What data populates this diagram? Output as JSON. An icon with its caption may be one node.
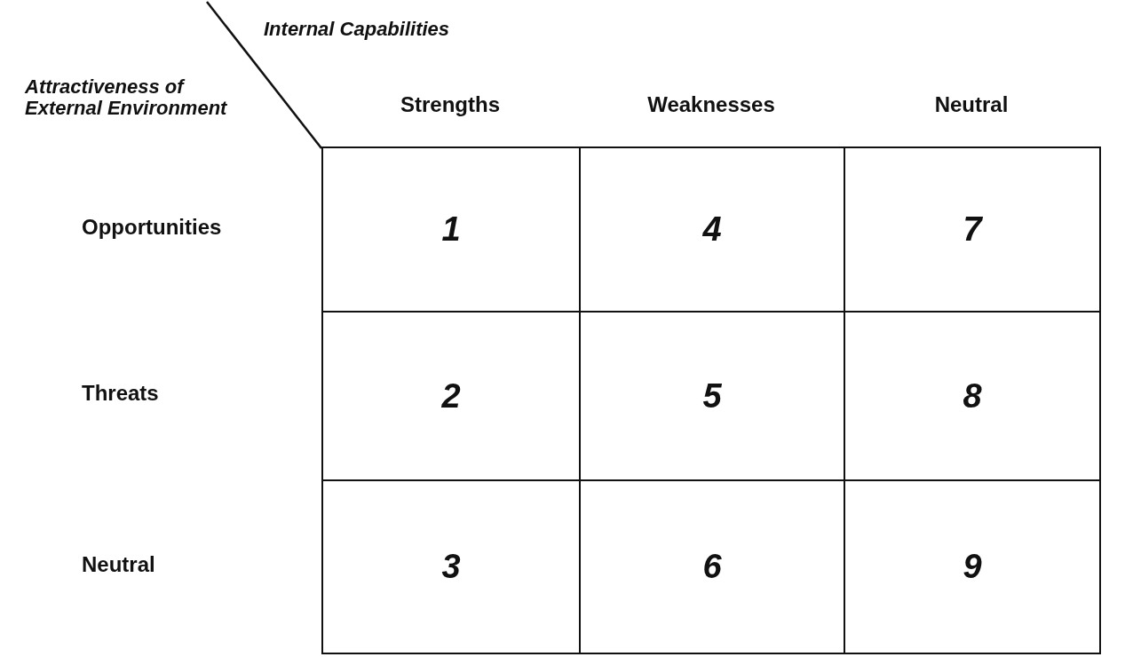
{
  "diagram": {
    "labels": [
      "Internal Capabilities",
      "Attractiveness of External Environment",
      "Strengths",
      "Weaknesses",
      "Neutral",
      "Opportunities",
      "1",
      "4",
      "7",
      "Threats",
      "2",
      "5",
      "8",
      "Neutral",
      "3",
      "6",
      "9"
    ]
  }
}
